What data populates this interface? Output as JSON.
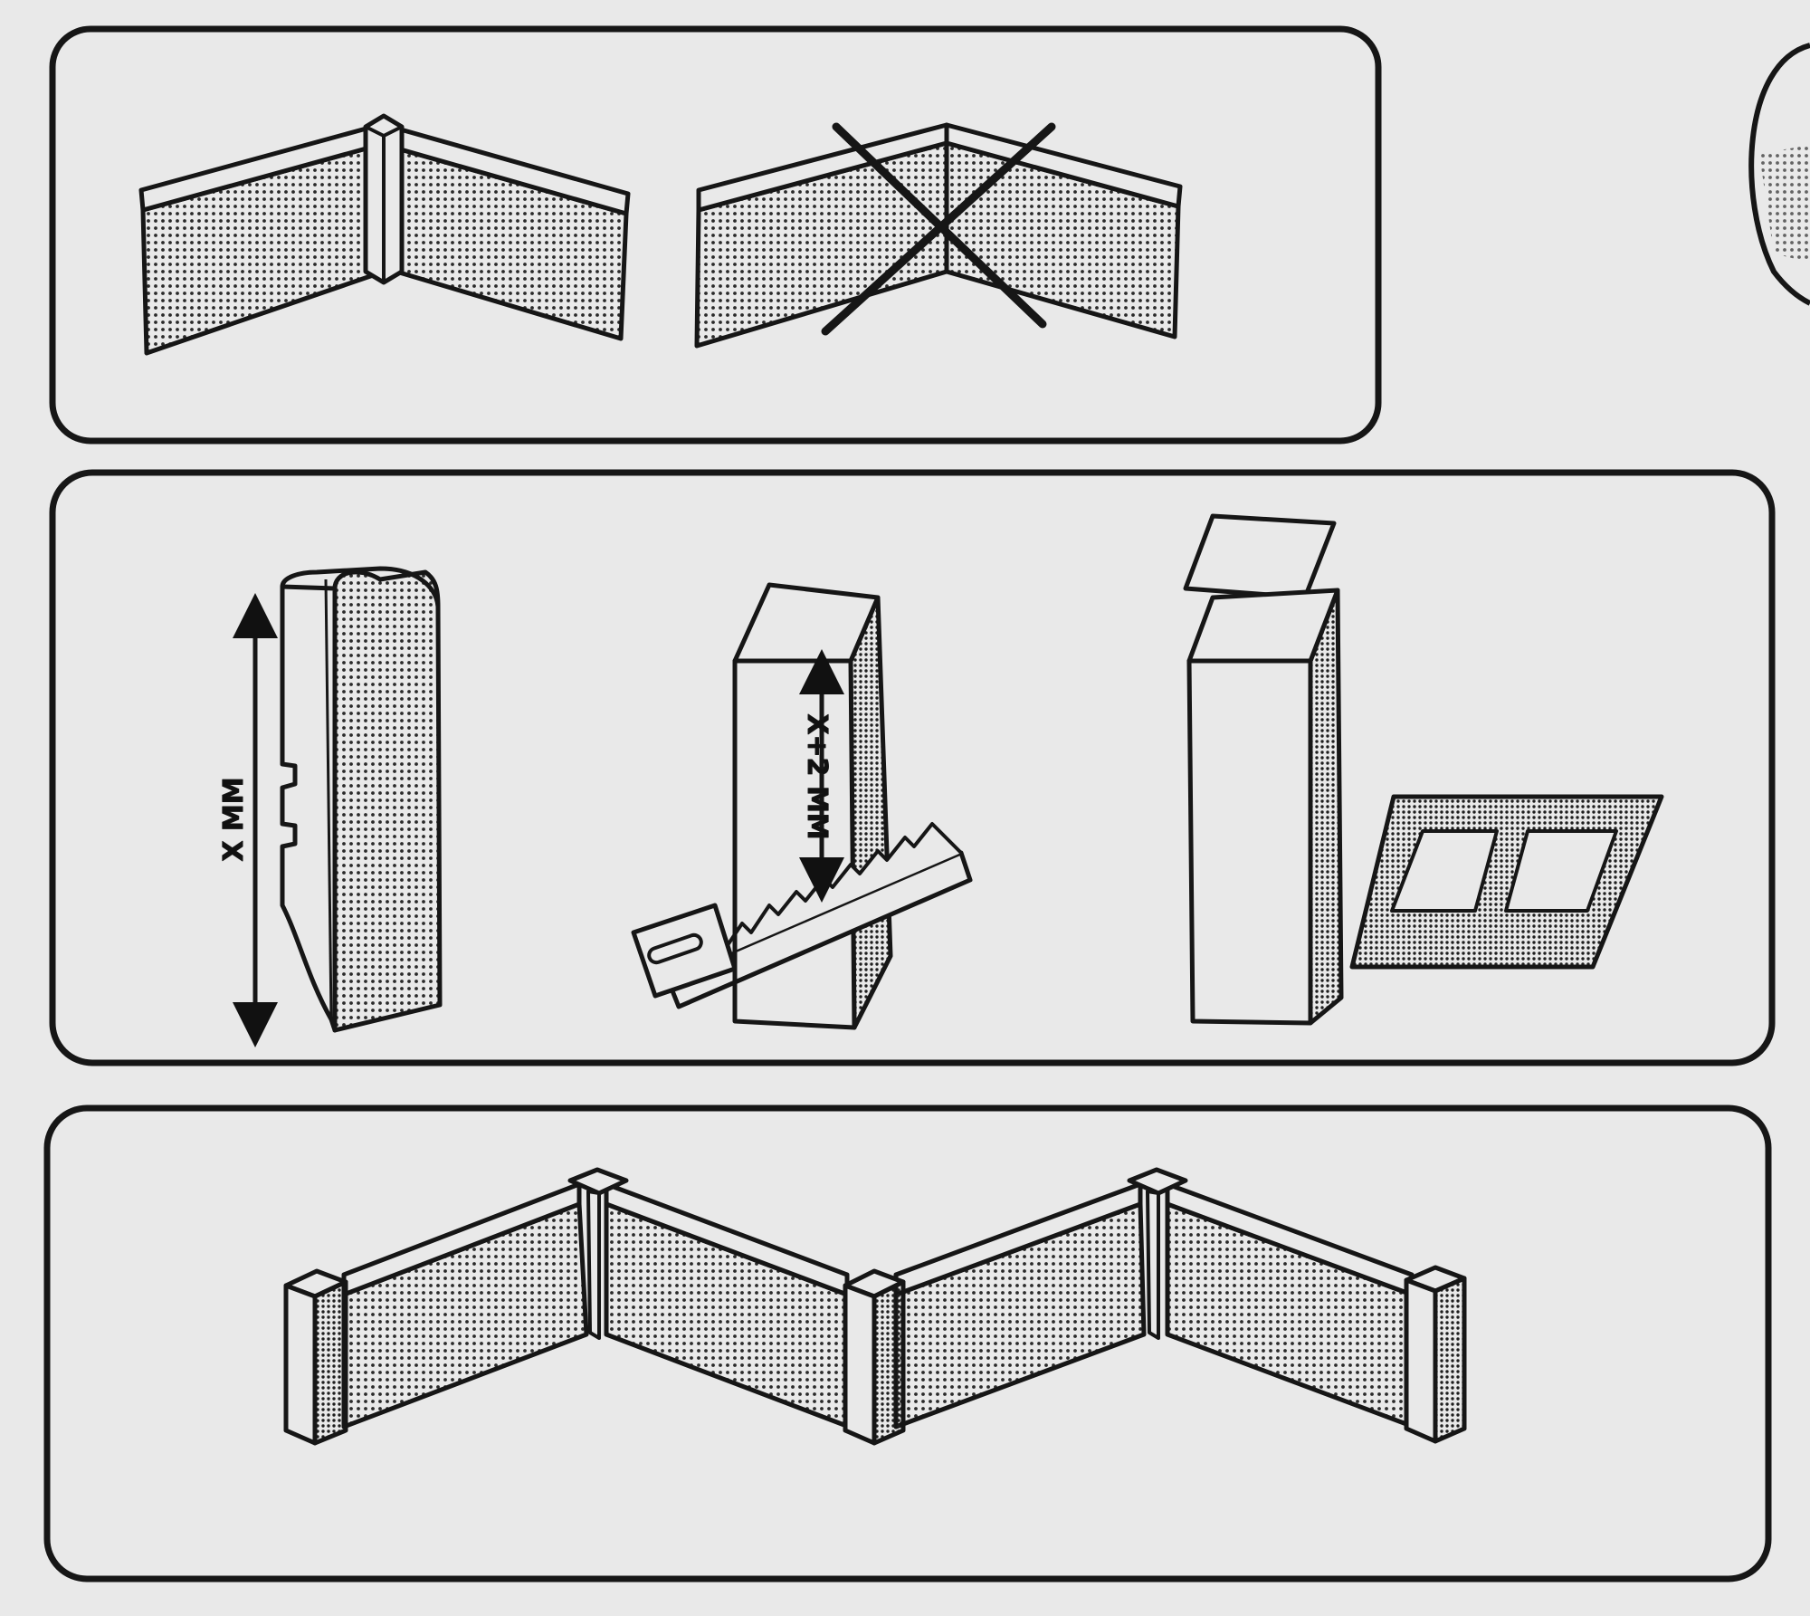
{
  "panels": {
    "top": {
      "figures": [
        "correct-corner",
        "incorrect-corner"
      ]
    },
    "middle": {
      "figures": [
        "measure-profile",
        "cut-box",
        "box-parts"
      ],
      "dimension_measure": "X MM",
      "dimension_cut": "X+2 MM"
    },
    "bottom": {
      "figures": [
        "assembled-run"
      ]
    }
  },
  "colors": {
    "line": "#161616",
    "paper": "#e9e9e9",
    "dots": "#2a2a2a"
  }
}
